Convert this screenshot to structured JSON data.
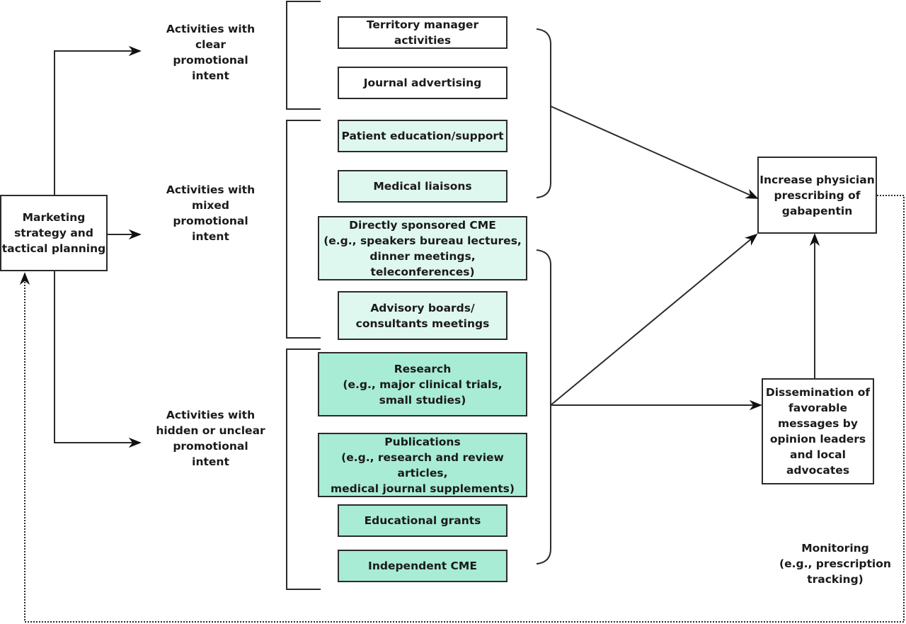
{
  "diagram": {
    "source": "Marketing strategy and\ntactical planning",
    "categories": [
      "Activities with\nclear\npromotional\nintent",
      "Activities with\nmixed\npromotional\nintent",
      "Activities with\nhidden or unclear\npromotional\nintent"
    ],
    "activities": [
      "Territory manager activities",
      "Journal advertising",
      "Patient education/support",
      "Medical liaisons",
      "Directly sponsored CME\n(e.g., speakers bureau lectures,\ndinner meetings, teleconferences)",
      "Advisory boards/\nconsultants meetings",
      "Research\n(e.g., major clinical trials,\nsmall studies)",
      "Publications\n(e.g., research and review articles,\nmedical journal supplements)",
      "Educational grants",
      "Independent CME"
    ],
    "outcome": "Increase physician\nprescribing of\ngabapentin",
    "dissemination": "Dissemination of\nfavorable\nmessages by\nopinion leaders\nand local\nadvocates",
    "monitoring": "Monitoring\n(e.g., prescription\ntracking)"
  },
  "colors": {
    "clear": "#ffffff",
    "mixed": "#dff8ef",
    "hidden": "#a8ecd5"
  }
}
